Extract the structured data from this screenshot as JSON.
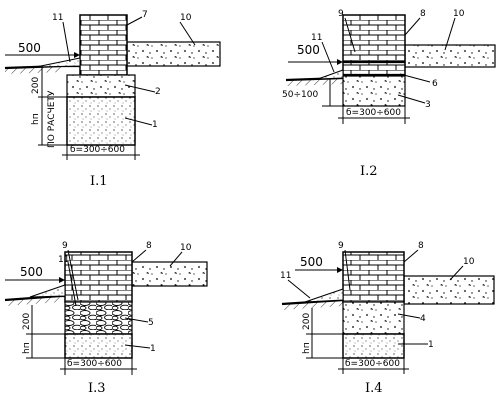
{
  "figures": [
    {
      "caption": "I.1",
      "width_label": "б=300÷600",
      "left_dim": "500",
      "vert_dims": [
        "200",
        "hп",
        "ПО РАСЧЕТУ"
      ],
      "callouts": [
        "11",
        "7",
        "10",
        "2",
        "1"
      ]
    },
    {
      "caption": "I.2",
      "width_label": "б=300÷600",
      "left_dim": "500",
      "vert_dims": [
        "50÷100"
      ],
      "callouts": [
        "9",
        "8",
        "10",
        "11",
        "6",
        "3"
      ]
    },
    {
      "caption": "I.3",
      "width_label": "б=300÷600",
      "left_dim": "500",
      "vert_dims": [
        "200",
        "hп"
      ],
      "callouts": [
        "9",
        "8",
        "10",
        "11",
        "5",
        "1"
      ]
    },
    {
      "caption": "I.4",
      "width_label": "б=300÷600",
      "left_dim": "500",
      "vert_dims": [
        "200",
        "hп"
      ],
      "callouts": [
        "9",
        "8",
        "10",
        "11",
        "4",
        "1"
      ]
    }
  ]
}
